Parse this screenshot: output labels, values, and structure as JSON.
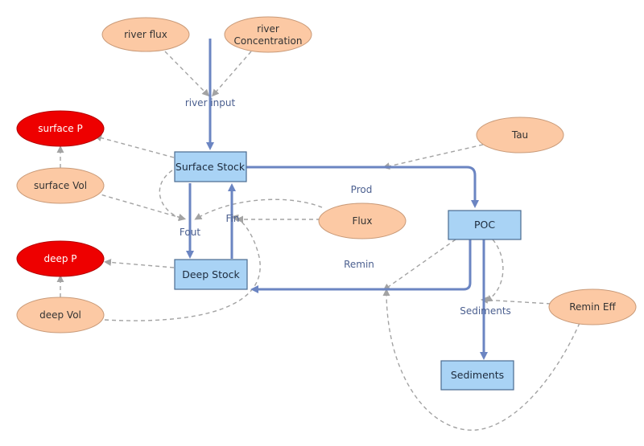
{
  "variables": {
    "river_flux": "river flux",
    "river_concentration_1": "river",
    "river_concentration_2": "Concentration",
    "surface_p": "surface P",
    "surface_vol": "surface Vol",
    "deep_p": "deep P",
    "deep_vol": "deep Vol",
    "tau": "Tau",
    "flux": "Flux",
    "remin_eff": "Remin Eff"
  },
  "stocks": {
    "surface_stock": "Surface Stock",
    "deep_stock": "Deep Stock",
    "poc": "POC",
    "sediments": "Sediments"
  },
  "flows": {
    "river_input": "river input",
    "prod": "Prod",
    "fout": "Fout",
    "fin": "Fin",
    "remin": "Remin",
    "sediments": "Sediments"
  },
  "colors": {
    "variable_fill": "#fcc9a4",
    "output_fill": "#ee0000",
    "stock_fill": "#a9d3f5",
    "flow_stroke": "#6b85c2",
    "link_stroke": "#a3a3a3"
  }
}
